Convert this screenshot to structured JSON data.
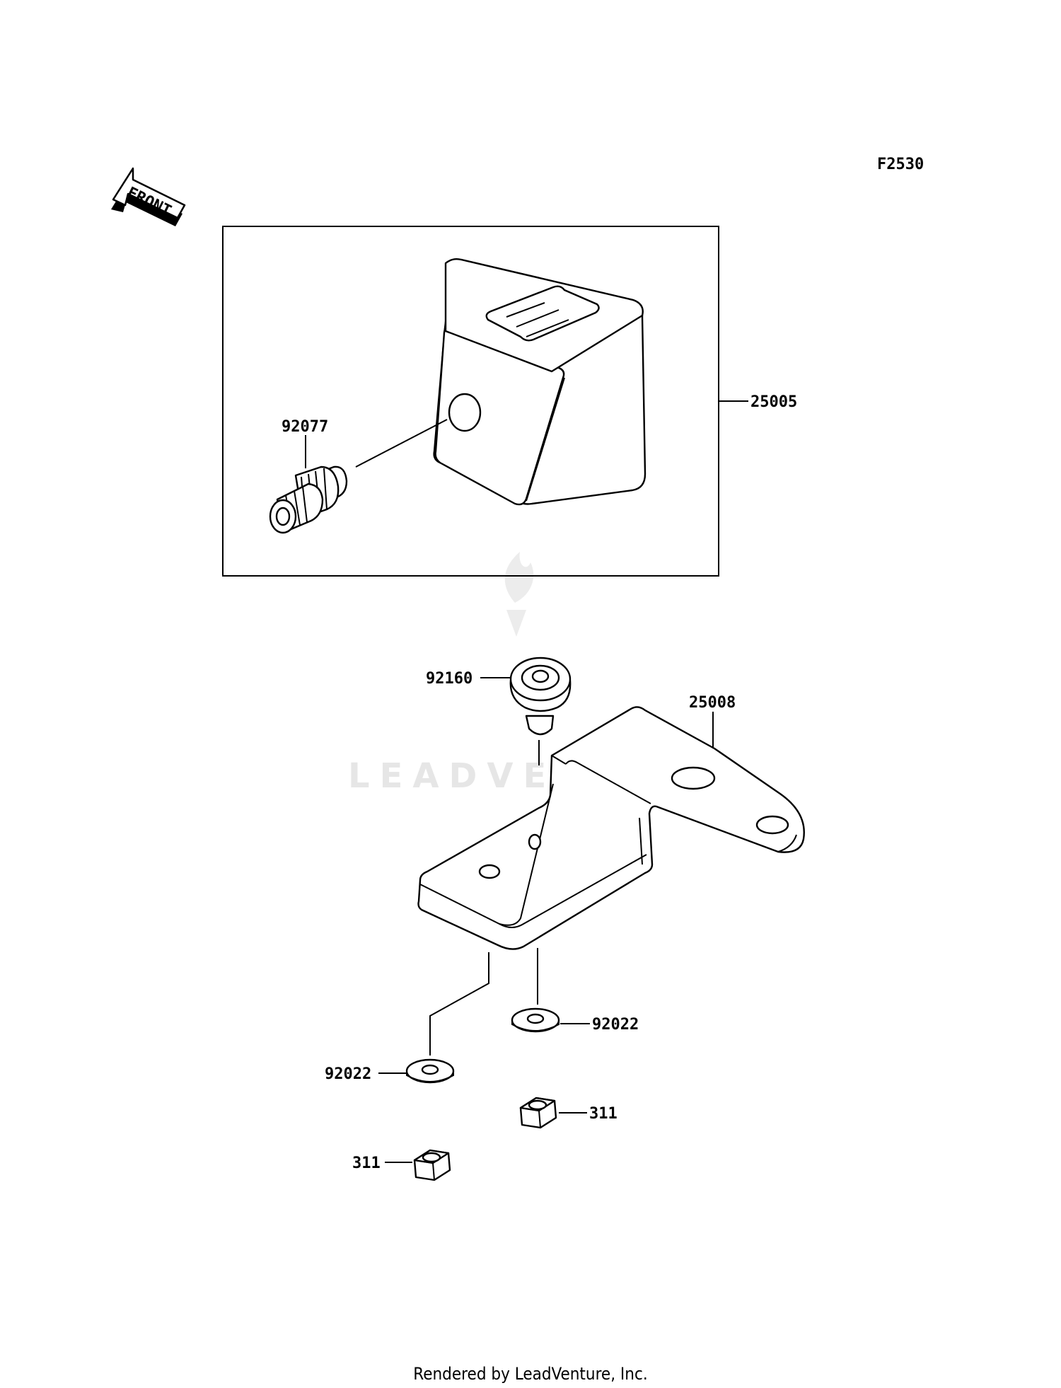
{
  "figure_code": "F2530",
  "front_arrow_label": "FRONT",
  "watermark": "LEADVENTURE",
  "footer": "Rendered by LeadVenture, Inc.",
  "callouts": {
    "meter_assembly": "25005",
    "drive_gear": "92077",
    "grommet": "92160",
    "bracket": "25008",
    "washer_right": "92022",
    "washer_left": "92022",
    "nut_right": "311",
    "nut_left": "311"
  }
}
